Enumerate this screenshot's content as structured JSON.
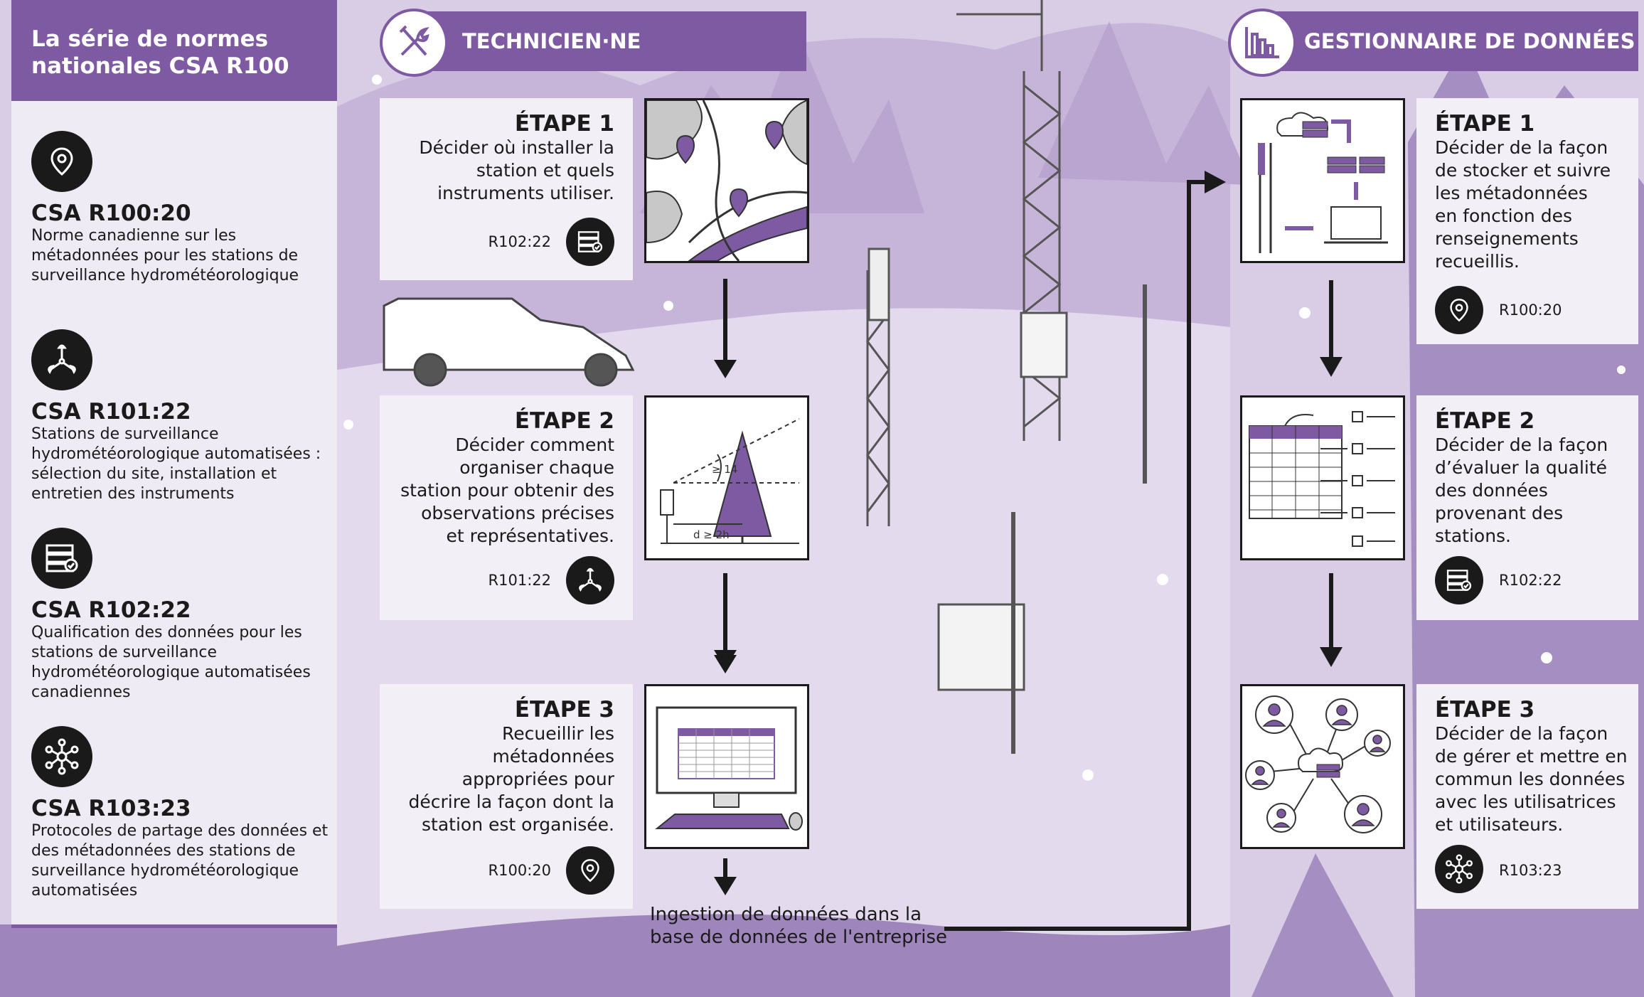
{
  "left_panel": {
    "title_line1": "La série de normes",
    "title_line2": "nationales CSA R100",
    "standards": [
      {
        "code": "CSA R100:20",
        "desc": "Norme canadienne sur les métadonnées pour les stations de surveillance hydrométéorologique",
        "icon": "location-pin-icon"
      },
      {
        "code": "CSA R101:22",
        "desc": "Stations de surveillance hydrométéorologique automatisées : sélection du site, installation et entretien des instruments",
        "icon": "anemometer-icon"
      },
      {
        "code": "CSA R102:22",
        "desc": "Qualification des données pour les stations de surveillance hydrométéorologique automatisées canadiennes",
        "icon": "server-check-icon"
      },
      {
        "code": "CSA R103:23",
        "desc": "Protocoles de partage des données et des métadonnées des stations de surveillance hydrométéorologique automatisées",
        "icon": "network-icon"
      }
    ]
  },
  "technician": {
    "role": "TECHNICIEN·NE",
    "icon": "tools-icon",
    "steps": [
      {
        "title": "ÉTAPE 1",
        "text": [
          "Décider où installer la",
          "station et quels",
          "instruments utiliser."
        ],
        "ref": "R102:22",
        "icon": "server-check-icon"
      },
      {
        "title": "ÉTAPE 2",
        "text": [
          "Décider comment",
          "organiser chaque",
          "station pour obtenir des",
          "observations précises",
          "et représentatives."
        ],
        "ref": "R101:22",
        "icon": "anemometer-icon",
        "illus_labels": {
          "angle": "≥ 14",
          "distance": "d ≥ 2h"
        }
      },
      {
        "title": "ÉTAPE 3",
        "text": [
          "Recueillir les",
          "métadonnées",
          "appropriées pour",
          "décrire la façon dont la",
          "station est organisée."
        ],
        "ref": "R100:20",
        "icon": "location-pin-icon"
      }
    ],
    "ingest_line1": "Ingestion de données dans la",
    "ingest_line2": "base de données de l'entreprise"
  },
  "data_manager": {
    "role": "GESTIONNAIRE DE DONNÉES",
    "icon": "bar-chart-icon",
    "steps": [
      {
        "title": "ÉTAPE 1",
        "text": [
          "Décider de la façon",
          "de stocker et suivre",
          "les métadonnées",
          "en fonction des",
          "renseignements",
          "recueillis."
        ],
        "ref": "R100:20",
        "icon": "location-pin-icon"
      },
      {
        "title": "ÉTAPE 2",
        "text": [
          "Décider de la façon",
          "d’évaluer la qualité",
          "des données",
          "provenant des",
          "stations."
        ],
        "ref": "R102:22",
        "icon": "server-check-icon"
      },
      {
        "title": "ÉTAPE 3",
        "text": [
          "Décider de la façon",
          "de gérer et mettre en",
          "commun les données",
          "avec les utilisatrices",
          "et utilisateurs."
        ],
        "ref": "R103:23",
        "icon": "network-icon"
      }
    ]
  },
  "colors": {
    "accent": "#7d5aa2",
    "dark": "#1a1a1a",
    "card": "#f2eff6",
    "background": "#d9cde6"
  }
}
